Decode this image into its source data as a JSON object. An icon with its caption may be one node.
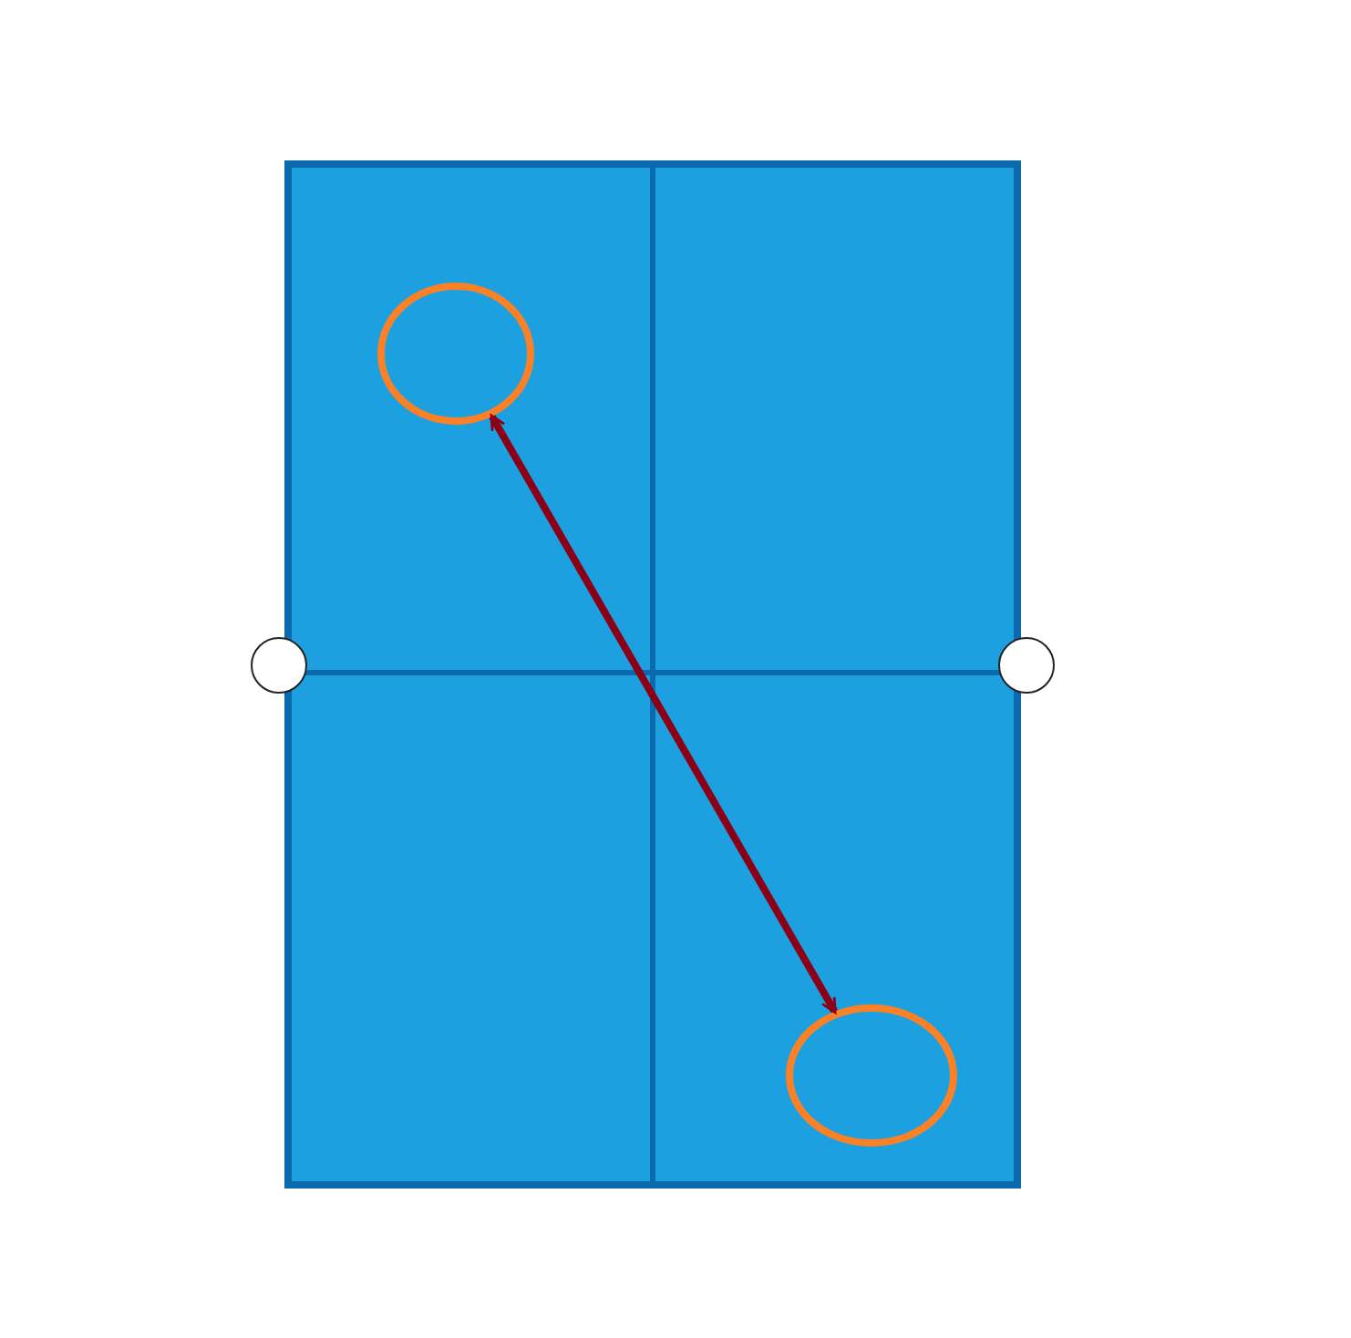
{
  "diagram": {
    "nodes": [
      {
        "text": [],
        "shape": "circle"
      },
      {
        "text": [],
        "shape": "circle"
      }
    ],
    "edges": [
      {
        "from": 0,
        "to": 1,
        "arrow": "both"
      }
    ]
  }
}
